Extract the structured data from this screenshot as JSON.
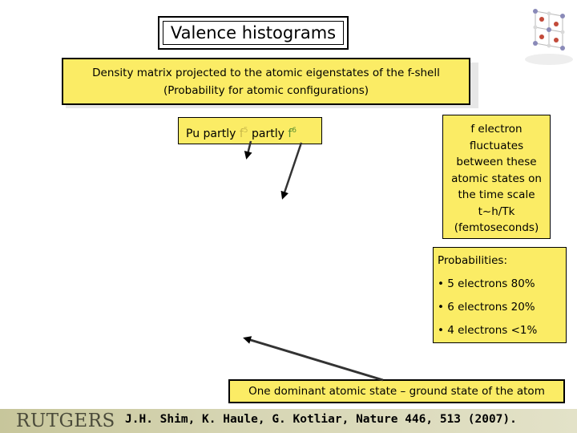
{
  "slide": {
    "title": "Valence histograms",
    "banner": {
      "line1": "Density matrix projected to the atomic eigenstates of the f-shell",
      "line2": "(Probability for atomic configurations)"
    },
    "pu_label": {
      "prefix": "Pu partly ",
      "f5_base": "f",
      "f5_sup": "5",
      "middle": " partly ",
      "f6_base": "f",
      "f6_sup": "6"
    },
    "fluctuation_note": [
      "f electron",
      "fluctuates",
      "between these",
      "atomic states on",
      "the time scale",
      "t~h/Tk",
      "(femtoseconds)"
    ],
    "probabilities": {
      "title": "Probabilities:",
      "items": [
        "• 5 electrons 80%",
        "• 6 electrons 20%",
        "• 4 electrons <1%"
      ]
    },
    "dominant_note": "One dominant atomic state – ground state of the atom",
    "footer": {
      "logo": "RUTGERS",
      "citation": "J.H. Shim, K. Haule, G. Kotliar, Nature 446, 513 (2007)."
    }
  },
  "colors": {
    "box_fill": "#fbec65",
    "f5_color": "#c8b84a",
    "f6_color": "#5a8f2f"
  }
}
